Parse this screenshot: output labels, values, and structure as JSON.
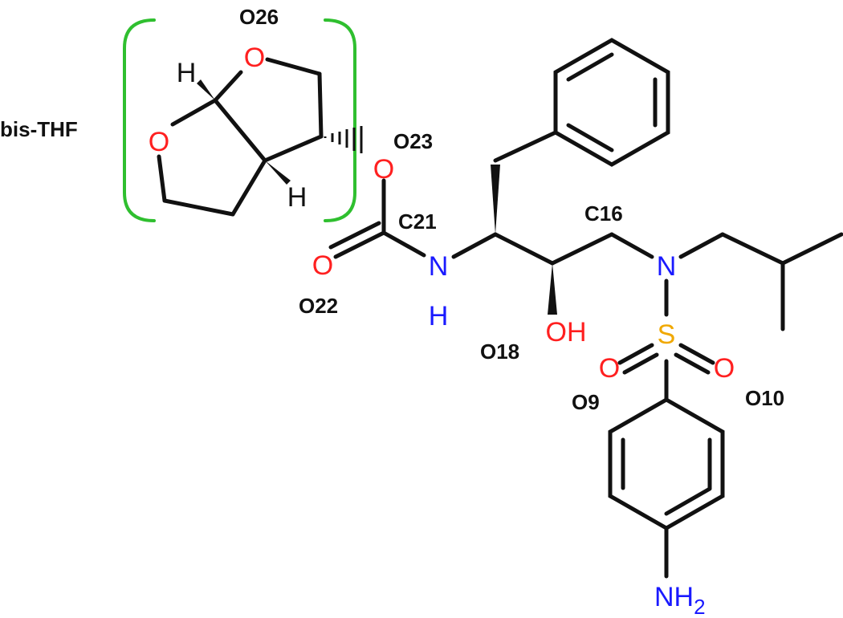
{
  "colors": {
    "bond": "#111111",
    "oxygen": "#ff2020",
    "nitrogen": "#1a1aff",
    "sulfur": "#f0a800",
    "hydrogen_on_carbon": "#111111",
    "bracket": "#2fbf2f"
  },
  "group_label": "bis-THF",
  "atoms": {
    "o_ring_top": "O",
    "o_ring_left": "O",
    "h_top": "H",
    "h_bottom": "H",
    "o_ester": "O",
    "o_carbonyl": "O",
    "n_amide": "N",
    "h_amide": "H",
    "oh": "OH",
    "n_amine": "N",
    "s": "S",
    "o_sulfonyl_left": "O",
    "o_sulfonyl_right": "O",
    "nh2_n": "NH",
    "nh2_sub": "2"
  },
  "annotations": {
    "o26": "O26",
    "o23": "O23",
    "c21": "C21",
    "c16": "C16",
    "o22": "O22",
    "o18": "O18",
    "o9": "O9",
    "o10": "O10"
  }
}
